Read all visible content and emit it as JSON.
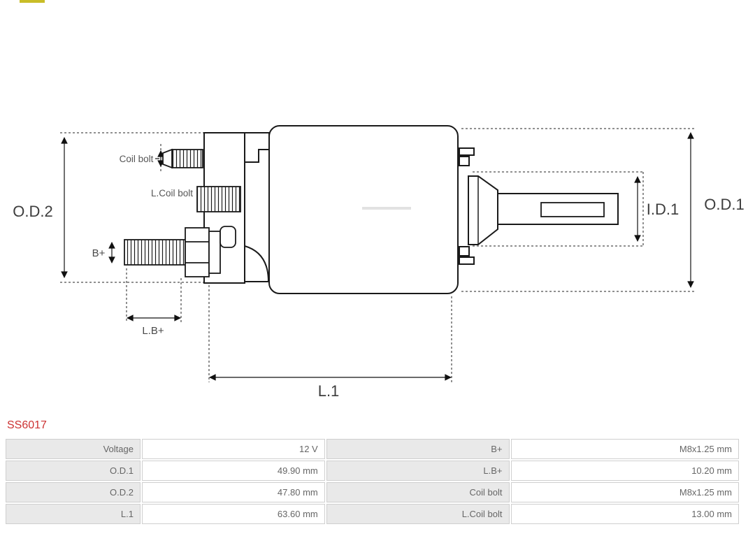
{
  "product": {
    "code": "SS6017"
  },
  "colors": {
    "product_code": "#cc3232",
    "table_label_bg": "#e9e9e9",
    "table_border": "#cfcfcf",
    "drawing_stroke": "#1a1a1a",
    "logo_fragment": "#c9bd28"
  },
  "diagram": {
    "labels": {
      "od2": "O.D.2",
      "od1": "O.D.1",
      "id1": "I.D.1",
      "l1": "L.1",
      "lb_plus": "L.B+",
      "b_plus": "B+",
      "coil_bolt": "Coil bolt",
      "l_coil_bolt": "L.Coil bolt"
    }
  },
  "spec_table": {
    "rows": [
      {
        "c0": "Voltage",
        "c1": "12 V",
        "c2": "B+",
        "c3": "M8x1.25 mm"
      },
      {
        "c0": "O.D.1",
        "c1": "49.90 mm",
        "c2": "L.B+",
        "c3": "10.20 mm"
      },
      {
        "c0": "O.D.2",
        "c1": "47.80 mm",
        "c2": "Coil bolt",
        "c3": "M8x1.25 mm"
      },
      {
        "c0": "L.1",
        "c1": "63.60 mm",
        "c2": "L.Coil bolt",
        "c3": "13.00 mm"
      }
    ]
  }
}
